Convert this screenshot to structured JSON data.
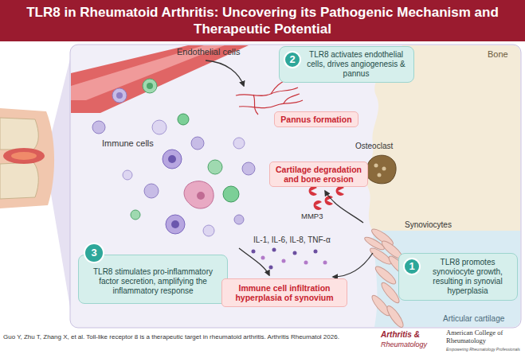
{
  "diagram": {
    "title": "TLR8 in Rheumatoid Arthritis: Uncovering its Pathogenic Mechanism and Therapeutic Potential",
    "caption": "Guo Y, Zhu T, Zhang X, et al. Toll-like receptor 8 is a therapeutic target in rheumatoid arthritis. Arthritis Rheumatol 2026.",
    "nodes": [
      {
        "text": [
          "TLR8 activates endothelial cells, drives angiogenesis & pannus"
        ]
      },
      {
        "text": [
          "2"
        ],
        "in": 0
      },
      {
        "text": [
          "Pannus formation"
        ]
      },
      {
        "text": [
          "Cartilage degradation and bone erosion"
        ]
      },
      {
        "text": [
          "TLR8 stimulates pro-inflammatory factor secretion, amplifying the inflammatory response"
        ]
      },
      {
        "text": [
          "3"
        ],
        "in": 4
      },
      {
        "text": [
          "Immune cell infiltration hyperplasia of synovium"
        ]
      },
      {
        "text": [
          "TLR8 promotes synoviocyte growth, resulting in synovial hyperplasia"
        ]
      },
      {
        "text": [
          "1"
        ],
        "in": 7
      }
    ],
    "labels": [
      "Endothelial cells",
      "Bone",
      "Immune cells",
      "Osteoclast",
      "MMP3",
      "Synoviocytes",
      "IL-1, IL-6, IL-8, TNF-α",
      "Articular cartilage",
      "Arthritis &",
      "Rheumatology",
      "American College of Rheumatology",
      "Empowering Rheumatology Professionals"
    ]
  }
}
